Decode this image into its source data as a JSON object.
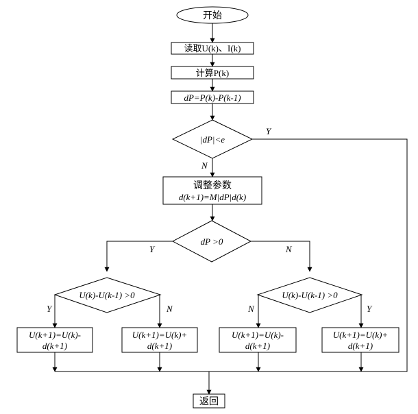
{
  "flowchart": {
    "start": "开始",
    "read": "读取U(k)、I(k)",
    "calc": "计算P(k)",
    "diff": "dP=P(k)-P(k-1)",
    "cond_abs": "|dP|<e",
    "adjust_title": "调整参数",
    "adjust_formula": "d(k+1)=M|dP|d(k)",
    "cond_dp": "dP >0",
    "cond_u_left": "U(k)-U(k-1) >0",
    "cond_u_right": "U(k)-U(k-1) >0",
    "box1": [
      "U(k+1)=U(k)-",
      "d(k+1)"
    ],
    "box2": [
      "U(k+1)=U(k)+",
      "d(k+1)"
    ],
    "box3": [
      "U(k+1)=U(k)-",
      "d(k+1)"
    ],
    "box4": [
      "U(k+1)=U(k)+",
      "d(k+1)"
    ],
    "end": "返回",
    "labels": {
      "abs_yes": "Y",
      "abs_no": "N",
      "dp_yes": "Y",
      "dp_no": "N",
      "left_yes": "Y",
      "left_no": "N",
      "right_no": "N",
      "right_yes": "Y"
    }
  }
}
